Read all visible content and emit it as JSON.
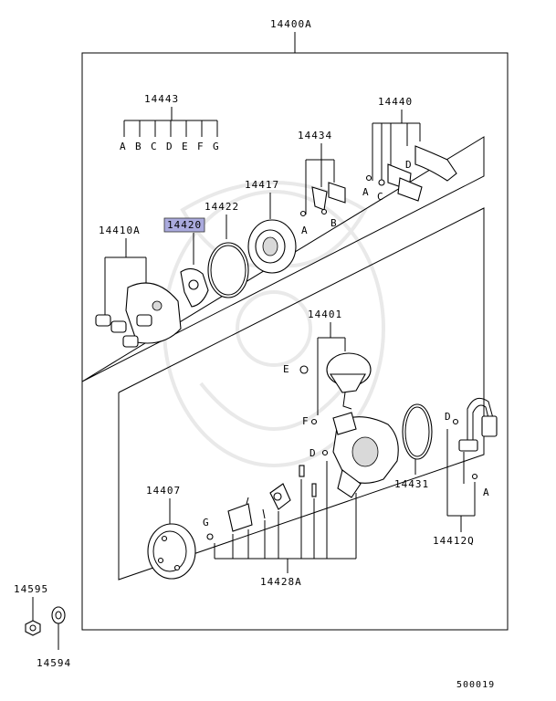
{
  "diagram": {
    "assembly_label": "14400A",
    "catalog_number": "500019",
    "highlight_color": "#aaaadd",
    "parts": {
      "p14443": "14443",
      "p14443_letters": [
        "A",
        "B",
        "C",
        "D",
        "E",
        "F",
        "G"
      ],
      "p14440": "14440",
      "p14434": "14434",
      "p14417": "14417",
      "p14422": "14422",
      "p14420": "14420",
      "p14410A": "14410A",
      "p14401": "14401",
      "p14431": "14431",
      "p14407": "14407",
      "p14428A": "14428A",
      "p14412Q": "14412Q",
      "p14595": "14595",
      "p14594": "14594"
    },
    "callouts": {
      "a": "A",
      "b": "B",
      "c": "C",
      "d": "D",
      "e": "E",
      "f": "F",
      "g": "G"
    }
  }
}
